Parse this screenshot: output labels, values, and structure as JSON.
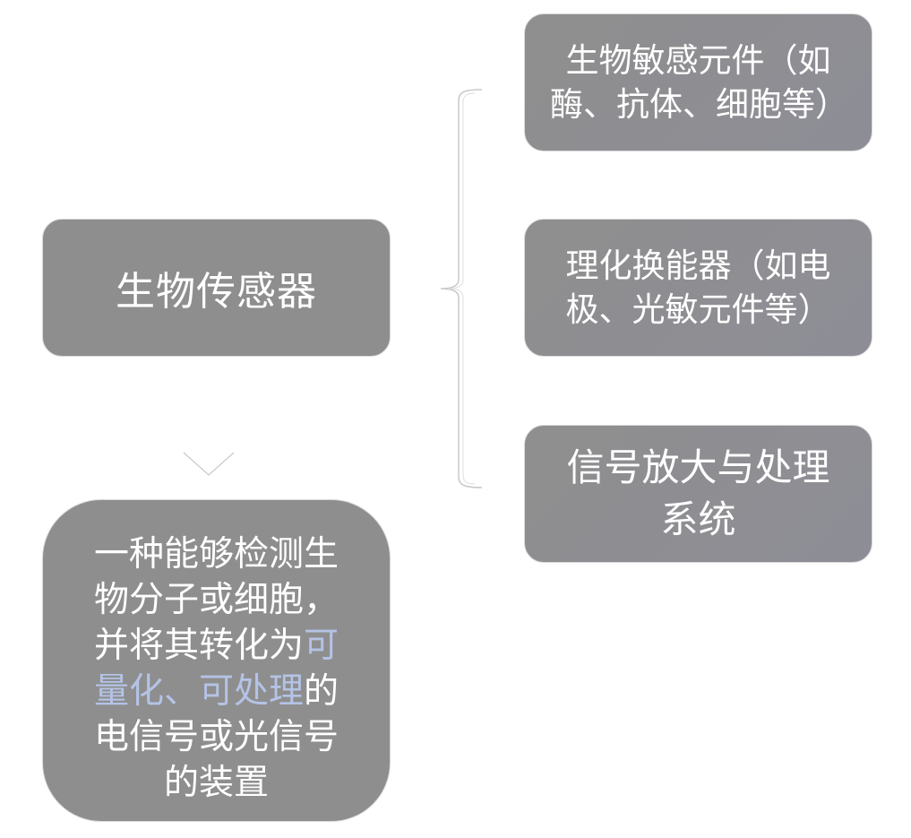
{
  "diagram": {
    "root": {
      "label": "生物传感器"
    },
    "definition": {
      "segments": [
        {
          "text": "一种能够检测生物分子或细胞，并将其转化为",
          "highlight": false
        },
        {
          "text": "可量化、可处理",
          "highlight": true
        },
        {
          "text": "的电信号或光信号的装置",
          "highlight": false
        }
      ]
    },
    "components": [
      {
        "label": "生物敏感元件（如酶、抗体、细胞等）"
      },
      {
        "label": "理化换能器（如电极、光敏元件等）"
      },
      {
        "label": "信号放大与处理系统"
      }
    ],
    "connectors": {
      "root_to_components": "brace",
      "root_to_definition": "chevron-down"
    }
  },
  "colors": {
    "box_fill": "#8e8e8e",
    "box_border": "#d9d9d9",
    "text": "#ffffff",
    "highlight_text": "#b4c3e6",
    "connector": "#c8c8c8"
  }
}
